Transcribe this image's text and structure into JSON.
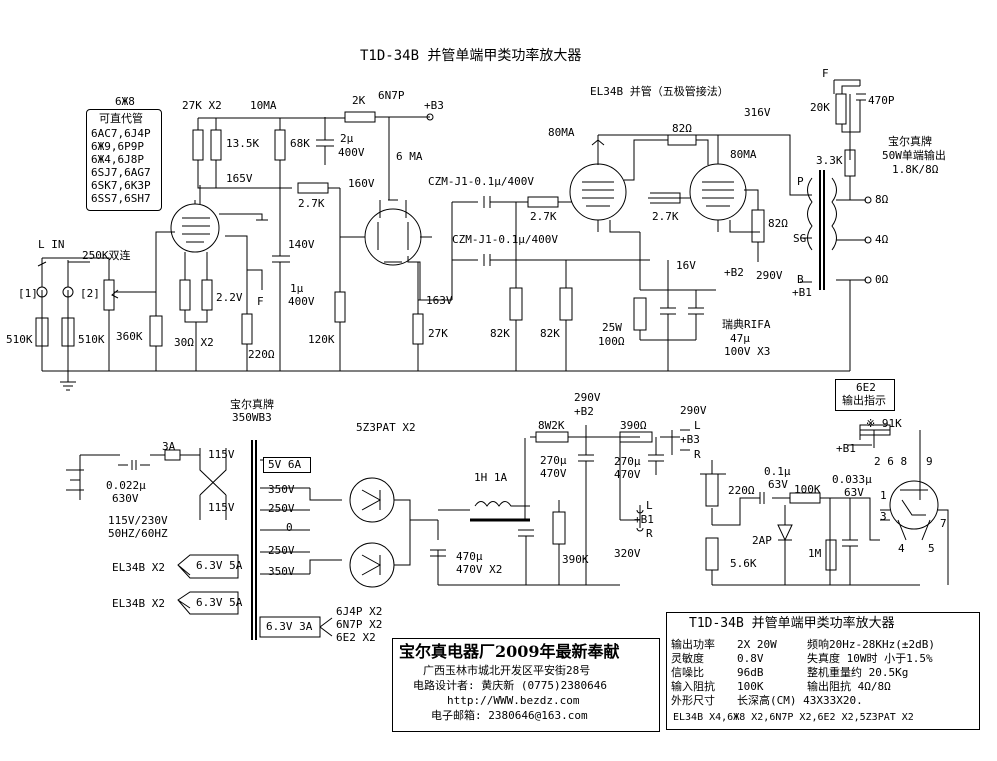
{
  "title": "T1D-34B 并管单端甲类功率放大器",
  "labels": {
    "v1_tube": "6Ж8",
    "subs_title": "可直代管",
    "subs": [
      "6AC7,6J4P",
      "6Ж9,6P9P",
      "6Ж4,6J8P",
      "6SJ7,6AG7",
      "6SK7,6K3P",
      "6SS7,6SH7"
    ],
    "lin": "L  IN",
    "pot": "250K双连",
    "ch1": "[1]",
    "ch2": "[2]",
    "r510a": "510K",
    "r510b": "510K",
    "r360": "360K",
    "r27kx2": "27K X2",
    "cur10ma": "10MA",
    "r13k5": "13.5K",
    "r68k": "68K",
    "v165": "165V",
    "r30": "30Ω X2",
    "v22": "2.2V",
    "fnode": "F",
    "r220": "220Ω",
    "r2k": "2K",
    "n6n7p": "6N7P",
    "b3": "+B3",
    "c2u": "2μ",
    "c2v": "400V",
    "cur6ma": "6 MA",
    "v160": "160V",
    "r27a": "2.7K",
    "v140": "140V",
    "c1u": "1μ",
    "c1v": "400V",
    "r120": "120K",
    "v163": "163V",
    "r27k": "27K",
    "el34": "EL34B 并管（五极管接法）",
    "cur80a": "80MA",
    "cur80b": "80MA",
    "r82a": "82Ω",
    "v316": "316V",
    "czm1": "CZM-J1-0.1μ/400V",
    "czm2": "CZM-J1-0.1μ/400V",
    "r27b": "2.7K",
    "r27c": "2.7K",
    "r82b": "82Ω",
    "b2a": "+B2",
    "v290a": "290V",
    "v16": "16V",
    "r82k1": "82K",
    "r82k2": "82K",
    "r25w": "25W",
    "r100": "100Ω",
    "rifa1": "瑞典RIFA",
    "rifa2": "47μ",
    "rifa3": "100V  X3",
    "f2": "F",
    "r20k": "20K",
    "c470p": "470P",
    "r33k": "3.3K",
    "ot1": "宝尔真牌",
    "ot2": "50W单端输出",
    "ot3": "1.8K/8Ω",
    "tp": "P",
    "tsg": "SG",
    "tb": "B",
    "tb1": "+B1",
    "o8": "8Ω",
    "o4": "4Ω",
    "o0": "0Ω",
    "pt1": "宝尔真牌",
    "pt2": "350WB3",
    "f3a": "3A",
    "c022a": "0.022μ",
    "c022b": "630V",
    "p115a": "115V",
    "p115b": "115V",
    "mains1": "115V/230V",
    "mains2": "50HZ/60HZ",
    "s5v": "5V  6A",
    "s350a": "350V",
    "s250a": "250V",
    "s0": "0",
    "s250b": "250V",
    "s350b": "350V",
    "rect": "5Z3PAT X2",
    "el34x2a": "EL34B X2",
    "el34x2b": "EL34B X2",
    "h63a": "6.3V 5A",
    "h63b": "6.3V 5A",
    "h63c": "6.3V 3A",
    "hlist": [
      "6J4P X2",
      "6N7P X2",
      "6E2  X2"
    ],
    "choke": "1H  1A",
    "c470a": "470μ",
    "c470b": "470V  X2",
    "r8w": "8W2K",
    "v290b": "290V",
    "b2b": "+B2",
    "c270a1": "270μ",
    "c270a2": "470V",
    "r390": "390Ω",
    "c270b1": "270μ",
    "c270b2": "470V",
    "v290c": "290V",
    "b3b": "+B3",
    "r390k": "390K",
    "v320": "320V",
    "b1b": "+B1",
    "lL1": "L",
    "lR1": "R",
    "lL2": "L",
    "lR2": "R",
    "tube6e2a": "6E2",
    "tube6e2b": "输出指示",
    "r91k": "※ 91K",
    "b1c": "+B1",
    "pins268": "2 6 8",
    "r220b": "220Ω",
    "c01a": "0.1μ",
    "c01b": "63V",
    "r100k": "100K",
    "c033a": "0.033μ",
    "c033b": "63V",
    "ap": "2AP",
    "r56k": "5.6K",
    "r1m": "1M",
    "pin9": "9",
    "pin1": "1",
    "pin3": "3",
    "pin7": "7",
    "pin4": "4",
    "pin5": "5"
  },
  "company": {
    "name": "宝尔真电器厂2009年最新奉献",
    "addr": "广西玉林市城北开发区平安街28号",
    "designer": "电路设计者: 黄庆新  (0775)2380646",
    "url": "http://WWW.bezdz.com",
    "email": "电子邮箱: 2380646@163.com"
  },
  "spec": {
    "title": "T1D-34B 并管单端甲类功率放大器",
    "rows": [
      [
        "输出功率",
        "2X 20W",
        "频响20Hz-28KHz(±2dB)"
      ],
      [
        "灵敏度",
        "0.8V",
        "失真度   10W时 小于1.5%"
      ],
      [
        "信噪比",
        "96dB",
        "整机重量约 20.5Kg"
      ],
      [
        "输入阻抗",
        "100K",
        "输出阻抗  4Ω/8Ω"
      ],
      [
        "外形尺寸",
        "长深高(CM) 43X33X20.",
        ""
      ]
    ],
    "tubes": "EL34B X4,6Ж8 X2,6N7P X2,6E2 X2,5Z3PAT X2"
  }
}
